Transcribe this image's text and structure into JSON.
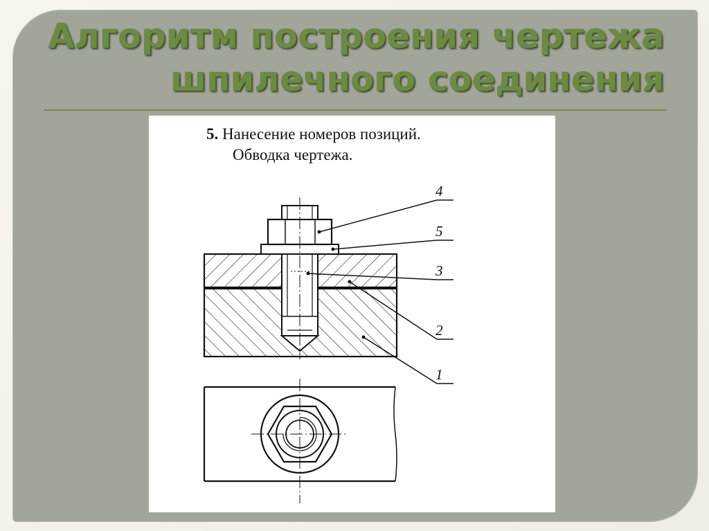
{
  "slide": {
    "title_line1": "Алгоритм построения чертежа",
    "title_line2": "шпилечного соединения"
  },
  "figure": {
    "step_number": "5.",
    "step_line1": "Нанесение  номеров позиций.",
    "step_line2": "Обводка чертежа.",
    "labels": [
      "4",
      "5",
      "3",
      "2",
      "1"
    ]
  },
  "colors": {
    "title": "#6c8a44",
    "panel": "#a2a59a",
    "rule": "#6f8a50"
  }
}
